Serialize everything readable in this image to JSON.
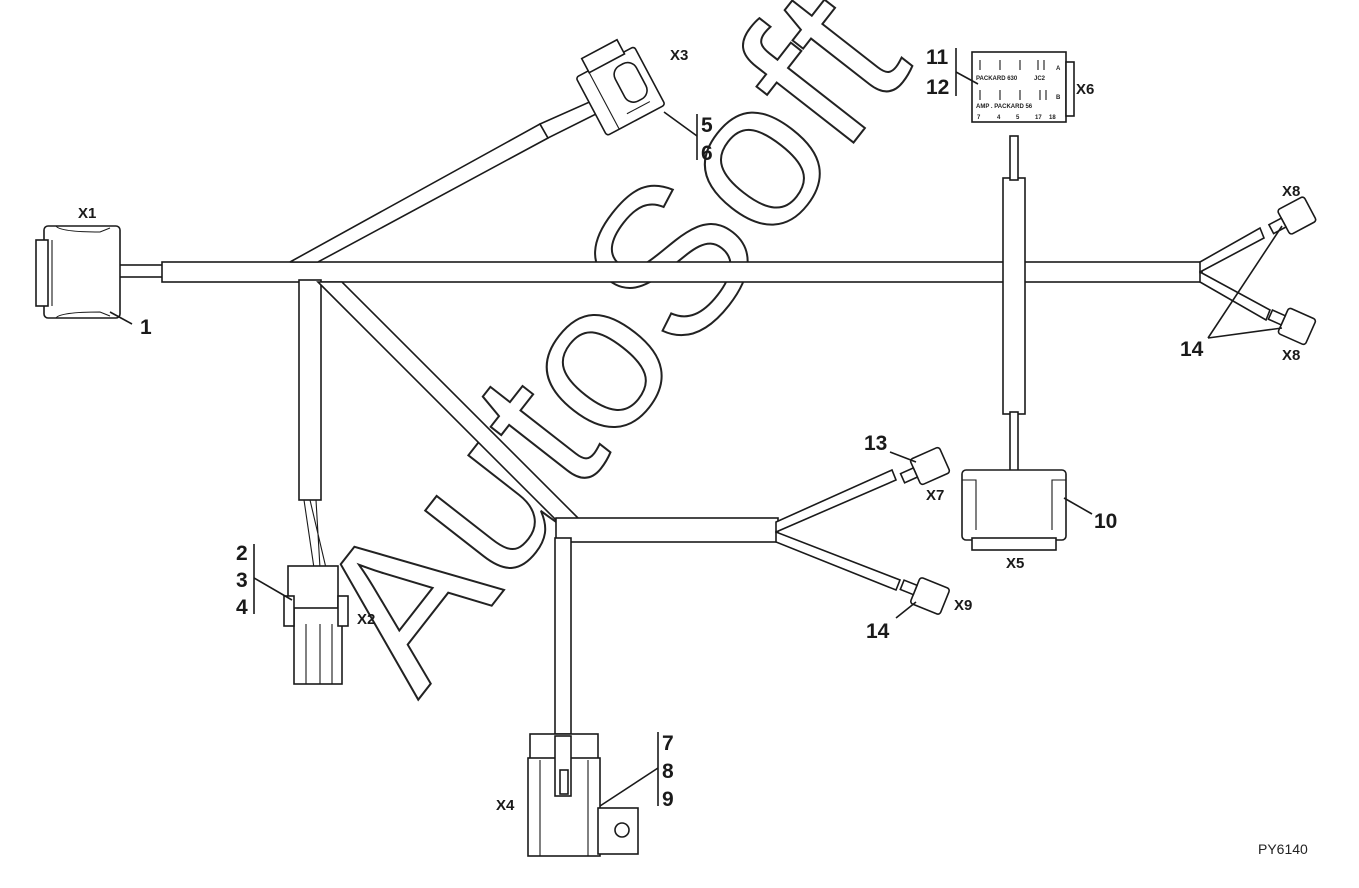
{
  "diagram": {
    "connectors": {
      "x1": "X1",
      "x2": "X2",
      "x3": "X3",
      "x4": "X4",
      "x5": "X5",
      "x6": "X6",
      "x7": "X7",
      "x8_top": "X8",
      "x8_bottom": "X8",
      "x9": "X9"
    },
    "callouts": {
      "c1": "1",
      "c2": "2",
      "c3": "3",
      "c4": "4",
      "c5": "5",
      "c6": "6",
      "c7": "7",
      "c8": "8",
      "c9": "9",
      "c10": "10",
      "c11": "11",
      "c12": "12",
      "c13": "13",
      "c14_a": "14",
      "c14_b": "14"
    },
    "x6_label": {
      "line1": "PACKARD 630",
      "line1_right": "JC2",
      "row_a": "A",
      "row_b": "B",
      "line2": "AMP . PACKARD 56",
      "pins": [
        "7",
        "4",
        "5",
        "17",
        "18"
      ]
    },
    "watermark": "AutoSoft",
    "reference_code": "PY6140"
  }
}
